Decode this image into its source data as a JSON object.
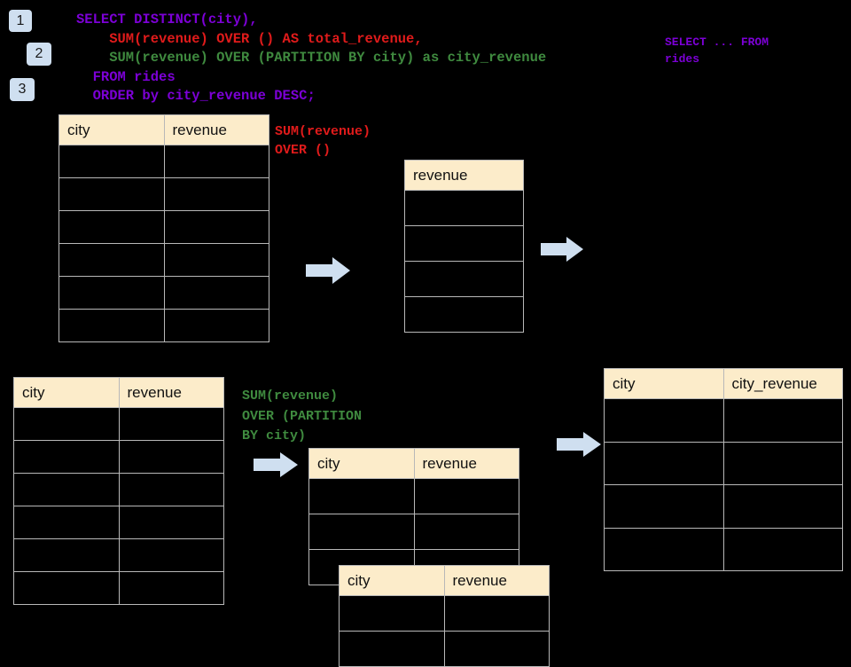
{
  "theme": {
    "background": "#000000",
    "table_header_bg": "#fcecca",
    "table_border": "#b8b8b8",
    "badge_bg": "#cfdff0",
    "arrow_fill": "#cfdff0",
    "color_keyword_purple": "#7c00d6",
    "color_red": "#e01b1b",
    "color_green": "#3f8a3f"
  },
  "badges": [
    {
      "label": "1"
    },
    {
      "label": "2"
    },
    {
      "label": "3"
    }
  ],
  "sql": {
    "line_1": "SELECT DISTINCT(city),",
    "line_2": "    SUM(revenue) OVER () AS total_revenue,",
    "line_3": "    SUM(revenue) OVER (PARTITION BY city) as city_revenue",
    "line_4": "  FROM rides",
    "line_5": "  ORDER by city_revenue DESC;"
  },
  "annotations": {
    "top_right_note": "SELECT ... FROM\nrides",
    "sum_over_empty": "SUM(revenue)\nOVER ()",
    "sum_over_partition": "SUM(revenue)\nOVER (PARTITION\nBY city)"
  },
  "tables": {
    "rides_source_top": {
      "name": "rides-source-top",
      "columns": [
        "city",
        "revenue"
      ],
      "rows": [
        [
          "",
          ""
        ],
        [
          "",
          ""
        ],
        [
          "",
          ""
        ],
        [
          "",
          ""
        ],
        [
          "",
          ""
        ],
        [
          "",
          ""
        ]
      ]
    },
    "total_revenue": {
      "name": "total-revenue",
      "columns": [
        "revenue"
      ],
      "rows": [
        [
          ""
        ],
        [
          ""
        ],
        [
          ""
        ],
        [
          ""
        ]
      ]
    },
    "rides_source_bottom": {
      "name": "rides-source-bottom",
      "columns": [
        "city",
        "revenue"
      ],
      "rows": [
        [
          "",
          ""
        ],
        [
          "",
          ""
        ],
        [
          "",
          ""
        ],
        [
          "",
          ""
        ],
        [
          "",
          ""
        ],
        [
          "",
          ""
        ]
      ]
    },
    "partitioned_front": {
      "name": "partitioned-front",
      "columns": [
        "city",
        "revenue"
      ],
      "rows": [
        [
          "",
          ""
        ],
        [
          "",
          ""
        ],
        [
          "",
          ""
        ]
      ]
    },
    "partitioned_back": {
      "name": "partitioned-back",
      "columns": [
        "city",
        "revenue"
      ],
      "rows": [
        [
          "",
          ""
        ],
        [
          "",
          ""
        ]
      ]
    },
    "result": {
      "name": "result",
      "columns": [
        "city",
        "city_revenue"
      ],
      "rows": [
        [
          "",
          ""
        ],
        [
          "",
          ""
        ],
        [
          "",
          ""
        ],
        [
          "",
          ""
        ]
      ]
    }
  },
  "arrows": [
    {
      "name": "arrow-source-to-total"
    },
    {
      "name": "arrow-total-to-result"
    },
    {
      "name": "arrow-source-to-partition"
    },
    {
      "name": "arrow-partition-to-result"
    }
  ]
}
